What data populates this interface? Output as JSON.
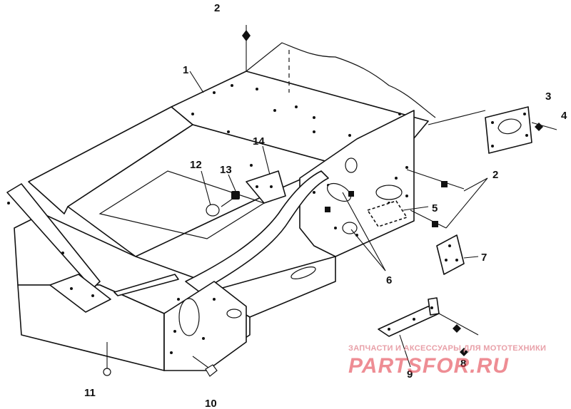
{
  "diagram": {
    "callouts": [
      {
        "id": "c2-top",
        "label": "2"
      },
      {
        "id": "c1",
        "label": "1"
      },
      {
        "id": "c3",
        "label": "3"
      },
      {
        "id": "c4",
        "label": "4"
      },
      {
        "id": "c14",
        "label": "14"
      },
      {
        "id": "c12",
        "label": "12"
      },
      {
        "id": "c13",
        "label": "13"
      },
      {
        "id": "c2-right",
        "label": "2"
      },
      {
        "id": "c5",
        "label": "5"
      },
      {
        "id": "c7",
        "label": "7"
      },
      {
        "id": "c6",
        "label": "6"
      },
      {
        "id": "c9",
        "label": "9"
      },
      {
        "id": "c8",
        "label": "8"
      },
      {
        "id": "c11",
        "label": "11"
      },
      {
        "id": "c10",
        "label": "10"
      }
    ]
  },
  "watermark": {
    "caption": "ЗАПЧАСТИ И АКСЕССУАРЫ ДЛЯ МОТОТЕХНИКИ",
    "logo": "PARTSFOR.RU",
    "color": "#e0303c"
  }
}
